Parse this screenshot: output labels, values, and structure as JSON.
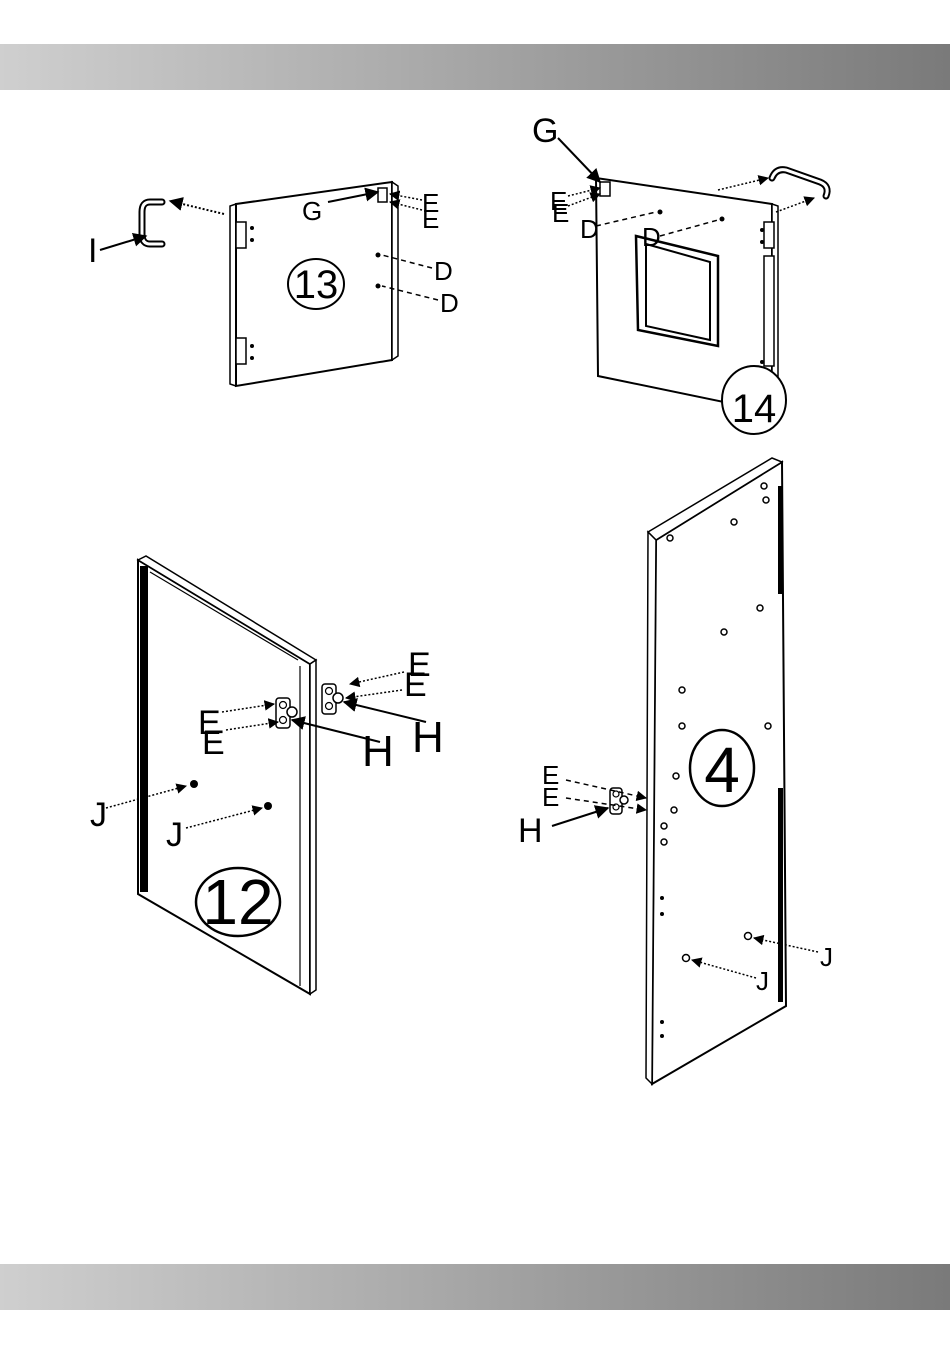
{
  "page": {
    "header_band": "",
    "footer_band": ""
  },
  "panels": {
    "p13": {
      "number": "13"
    },
    "p14": {
      "number": "14"
    },
    "p12": {
      "number": "12"
    },
    "p4": {
      "number": "4"
    }
  },
  "callouts": {
    "p13": {
      "I": "I",
      "G": "G",
      "E1": "E",
      "E2": "E",
      "D1": "D",
      "D2": "D"
    },
    "p14": {
      "G": "G",
      "E1": "E",
      "E2": "E",
      "D1": "D",
      "D2": "D"
    },
    "p12": {
      "E1": "E",
      "E2": "E",
      "E3": "E",
      "E4": "E",
      "H1": "H",
      "H2": "H",
      "J1": "J",
      "J2": "J"
    },
    "p4": {
      "E1": "E",
      "E2": "E",
      "H": "H",
      "J1": "J",
      "J2": "J"
    }
  },
  "colors": {
    "line": "#000000",
    "band_light": "#cfcfcf",
    "band_dark": "#7a7a7a"
  }
}
